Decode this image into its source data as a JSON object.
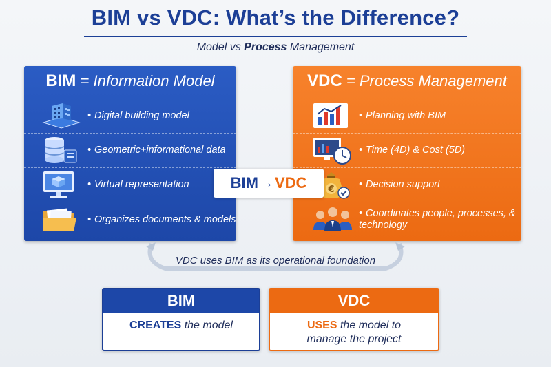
{
  "header": {
    "title": "BIM vs VDC: What’s the Difference?",
    "subtitle_plain": "Model vs ",
    "subtitle_bold": "Process",
    "subtitle_end": " Management"
  },
  "bim_panel": {
    "head_bold": "BIM",
    "head_rest": " = Information Model",
    "items": [
      {
        "icon": "building-model-icon",
        "text": "Digital building model"
      },
      {
        "icon": "database-icon",
        "text": "Geometric+informational data"
      },
      {
        "icon": "monitor-model-icon",
        "text": "Virtual representation"
      },
      {
        "icon": "folder-icon",
        "text": "Organizes documents & models"
      }
    ]
  },
  "vdc_panel": {
    "head_bold": "VDC",
    "head_rest": " = Process Management",
    "items": [
      {
        "icon": "bar-chart-icon",
        "text": "Planning with BIM"
      },
      {
        "icon": "monitor-clock-icon",
        "text": "Time (4D) & Cost (5D)"
      },
      {
        "icon": "money-bag-icon",
        "text": "Decision support"
      },
      {
        "icon": "people-icon",
        "text": "Coordinates people, processes, & technology"
      }
    ]
  },
  "connector": {
    "left": "BIM",
    "arrow": "→",
    "right": "VDC"
  },
  "foundation_text": "VDC uses BIM as its operational foundation",
  "summary": {
    "bim": {
      "title": "BIM",
      "bold": "CREATES",
      "rest": " the model"
    },
    "vdc": {
      "title": "VDC",
      "bold": "USES",
      "rest": " the model to",
      "line2": "manage the project"
    }
  },
  "colors": {
    "blue": "#1d47a8",
    "orange": "#ec6a12",
    "navy_text": "#1c3f96"
  }
}
